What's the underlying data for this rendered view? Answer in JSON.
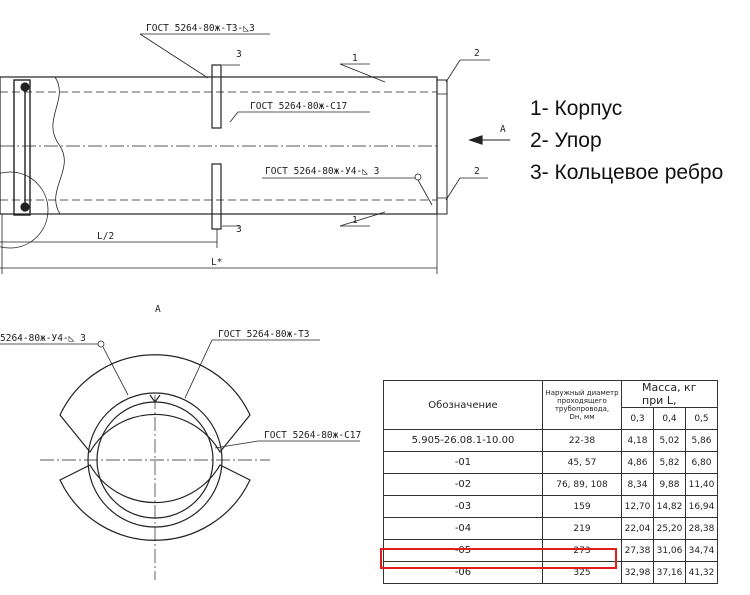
{
  "drawing": {
    "gost_top": "ГОСТ 5264-80ж-Т3-◺3",
    "gost_mid": "ГОСТ 5264-80ж-С17",
    "gost_low": "ГОСТ 5264-80ж-У4-◺ 3",
    "gost_bottom": "ГОСТ 5264-80ж-С17",
    "callout_1": "1",
    "callout_2": "2",
    "callout_3": "3",
    "dim_half": "L/2",
    "dim_full": "L*",
    "view_arrow": "A",
    "view_label": "A",
    "section_gost_left": "5264-80ж-У4-◺ 3",
    "section_gost_right": "ГОСТ 5264-80ж-Т3",
    "section_gost_lower": "ГОСТ 5264-80ж-С17"
  },
  "legend": {
    "items": [
      "1- Корпус",
      "2- Упор",
      "3- Кольцевое ребро"
    ]
  },
  "table": {
    "col_designation": "Обозначение",
    "col_diameter_lines": [
      "Наружный диаметр",
      "проходящего",
      "трубопровода,",
      "Dн, мм"
    ],
    "col_mass": "Масса, кг при L,",
    "mass_lengths": [
      "0,3",
      "0,4",
      "0,5"
    ],
    "rows": [
      {
        "designation": "5.905-26.08.1-10.00",
        "diameter": "22-38",
        "masses": [
          "4,18",
          "5,02",
          "5,86"
        ]
      },
      {
        "designation": "-01",
        "diameter": "45, 57",
        "masses": [
          "4,86",
          "5,82",
          "6,80"
        ]
      },
      {
        "designation": "-02",
        "diameter": "76, 89, 108",
        "masses": [
          "8,34",
          "9,88",
          "11,40"
        ]
      },
      {
        "designation": "-03",
        "diameter": "159",
        "masses": [
          "12,70",
          "14,82",
          "16,94"
        ]
      },
      {
        "designation": "-04",
        "diameter": "219",
        "masses": [
          "22,04",
          "25,20",
          "28,38"
        ]
      },
      {
        "designation": "-05",
        "diameter": "273",
        "masses": [
          "27,38",
          "31,06",
          "34,74"
        ]
      },
      {
        "designation": "-06",
        "diameter": "325",
        "masses": [
          "32,98",
          "37,16",
          "41,32"
        ]
      }
    ],
    "highlight_color": "#e21b1b"
  }
}
